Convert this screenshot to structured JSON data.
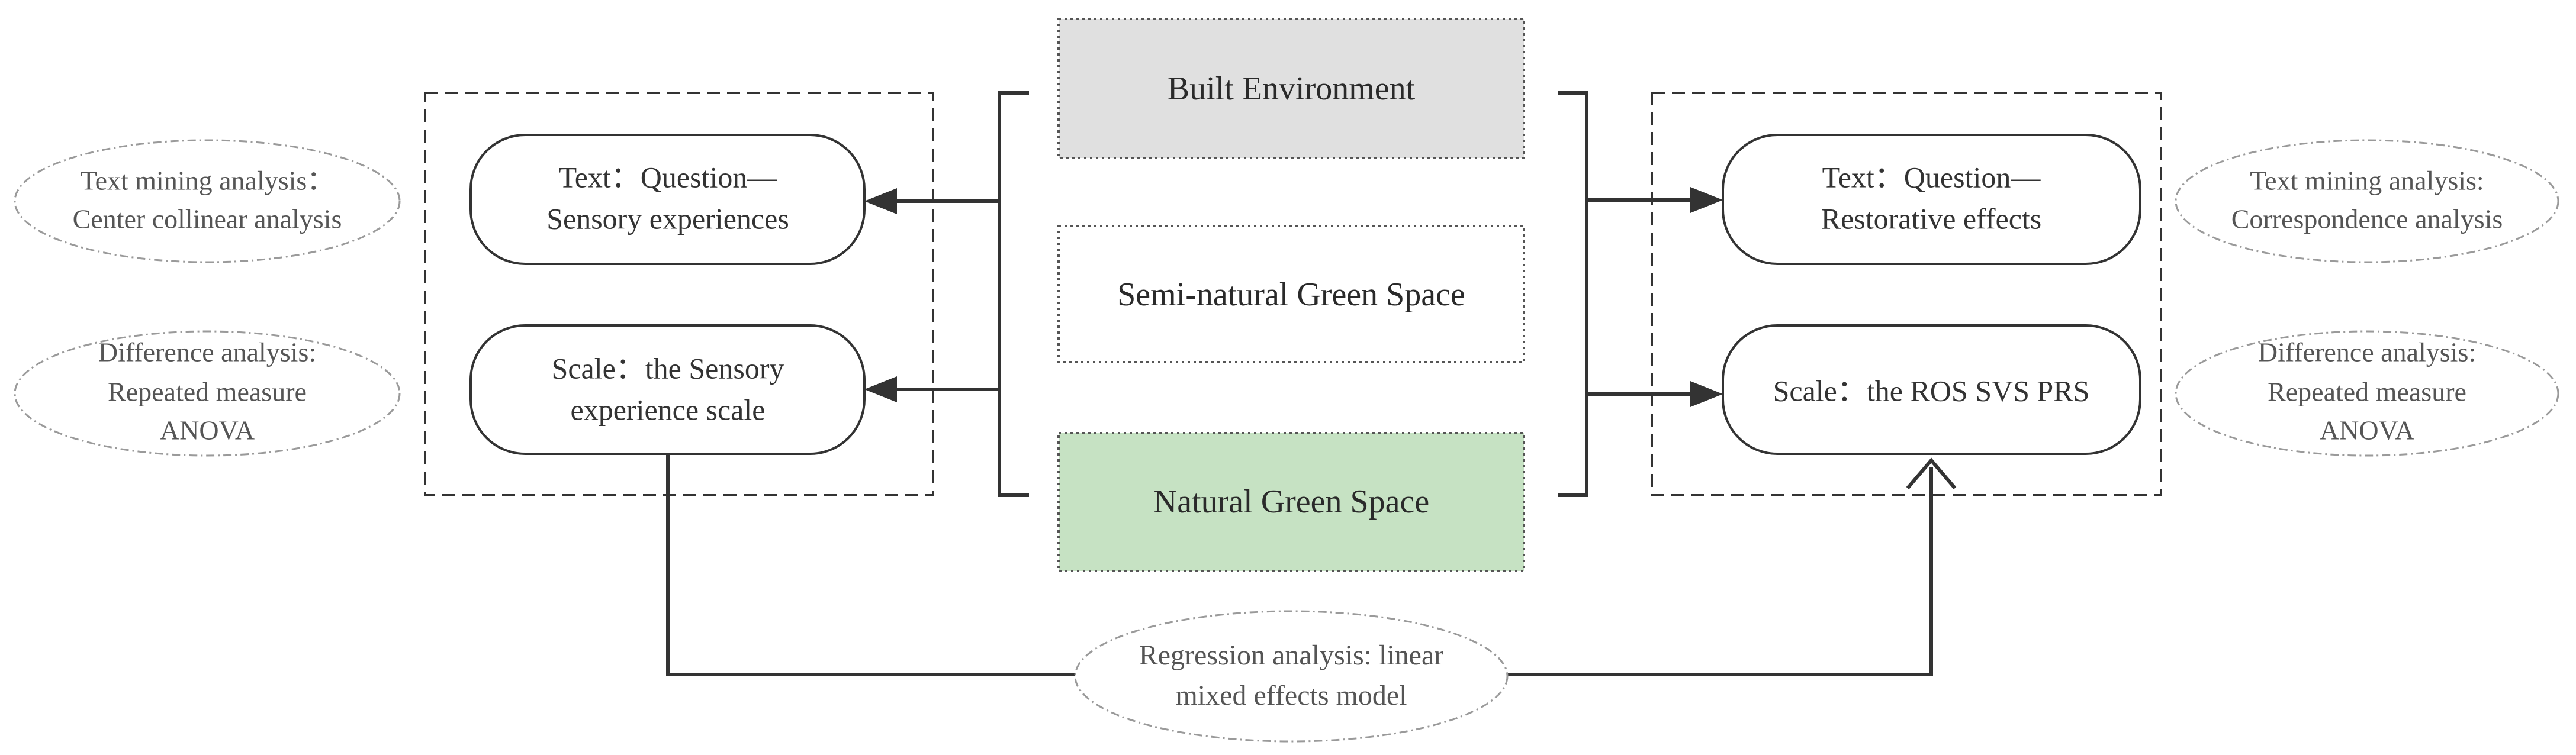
{
  "colors": {
    "line": "#333333",
    "built_fill": "#e0e0e0",
    "semi_fill": "#ffffff",
    "natural_fill": "#c6e2c3",
    "oval_stroke": "#9a9a9a"
  },
  "center": {
    "built": "Built Environment",
    "semi": "Semi-natural Green Space",
    "natural": "Natural Green Space"
  },
  "left": {
    "text_box": [
      "Text：Question—",
      "Sensory experiences"
    ],
    "scale_box": [
      "Scale：the Sensory",
      "experience scale"
    ],
    "oval_text": [
      "Text mining analysis：",
      "Center collinear analysis"
    ],
    "oval_diff": [
      "Difference analysis:",
      "Repeated measure",
      "ANOVA"
    ]
  },
  "right": {
    "text_box": [
      "Text：Question—",
      "Restorative effects"
    ],
    "scale_box": [
      "Scale：the ROS SVS PRS"
    ],
    "oval_text": [
      "Text mining analysis:",
      "Correspondence analysis"
    ],
    "oval_diff": [
      "Difference analysis:",
      "Repeated measure",
      "ANOVA"
    ]
  },
  "bottom": {
    "regression": [
      "Regression analysis: linear",
      "mixed effects model"
    ]
  }
}
